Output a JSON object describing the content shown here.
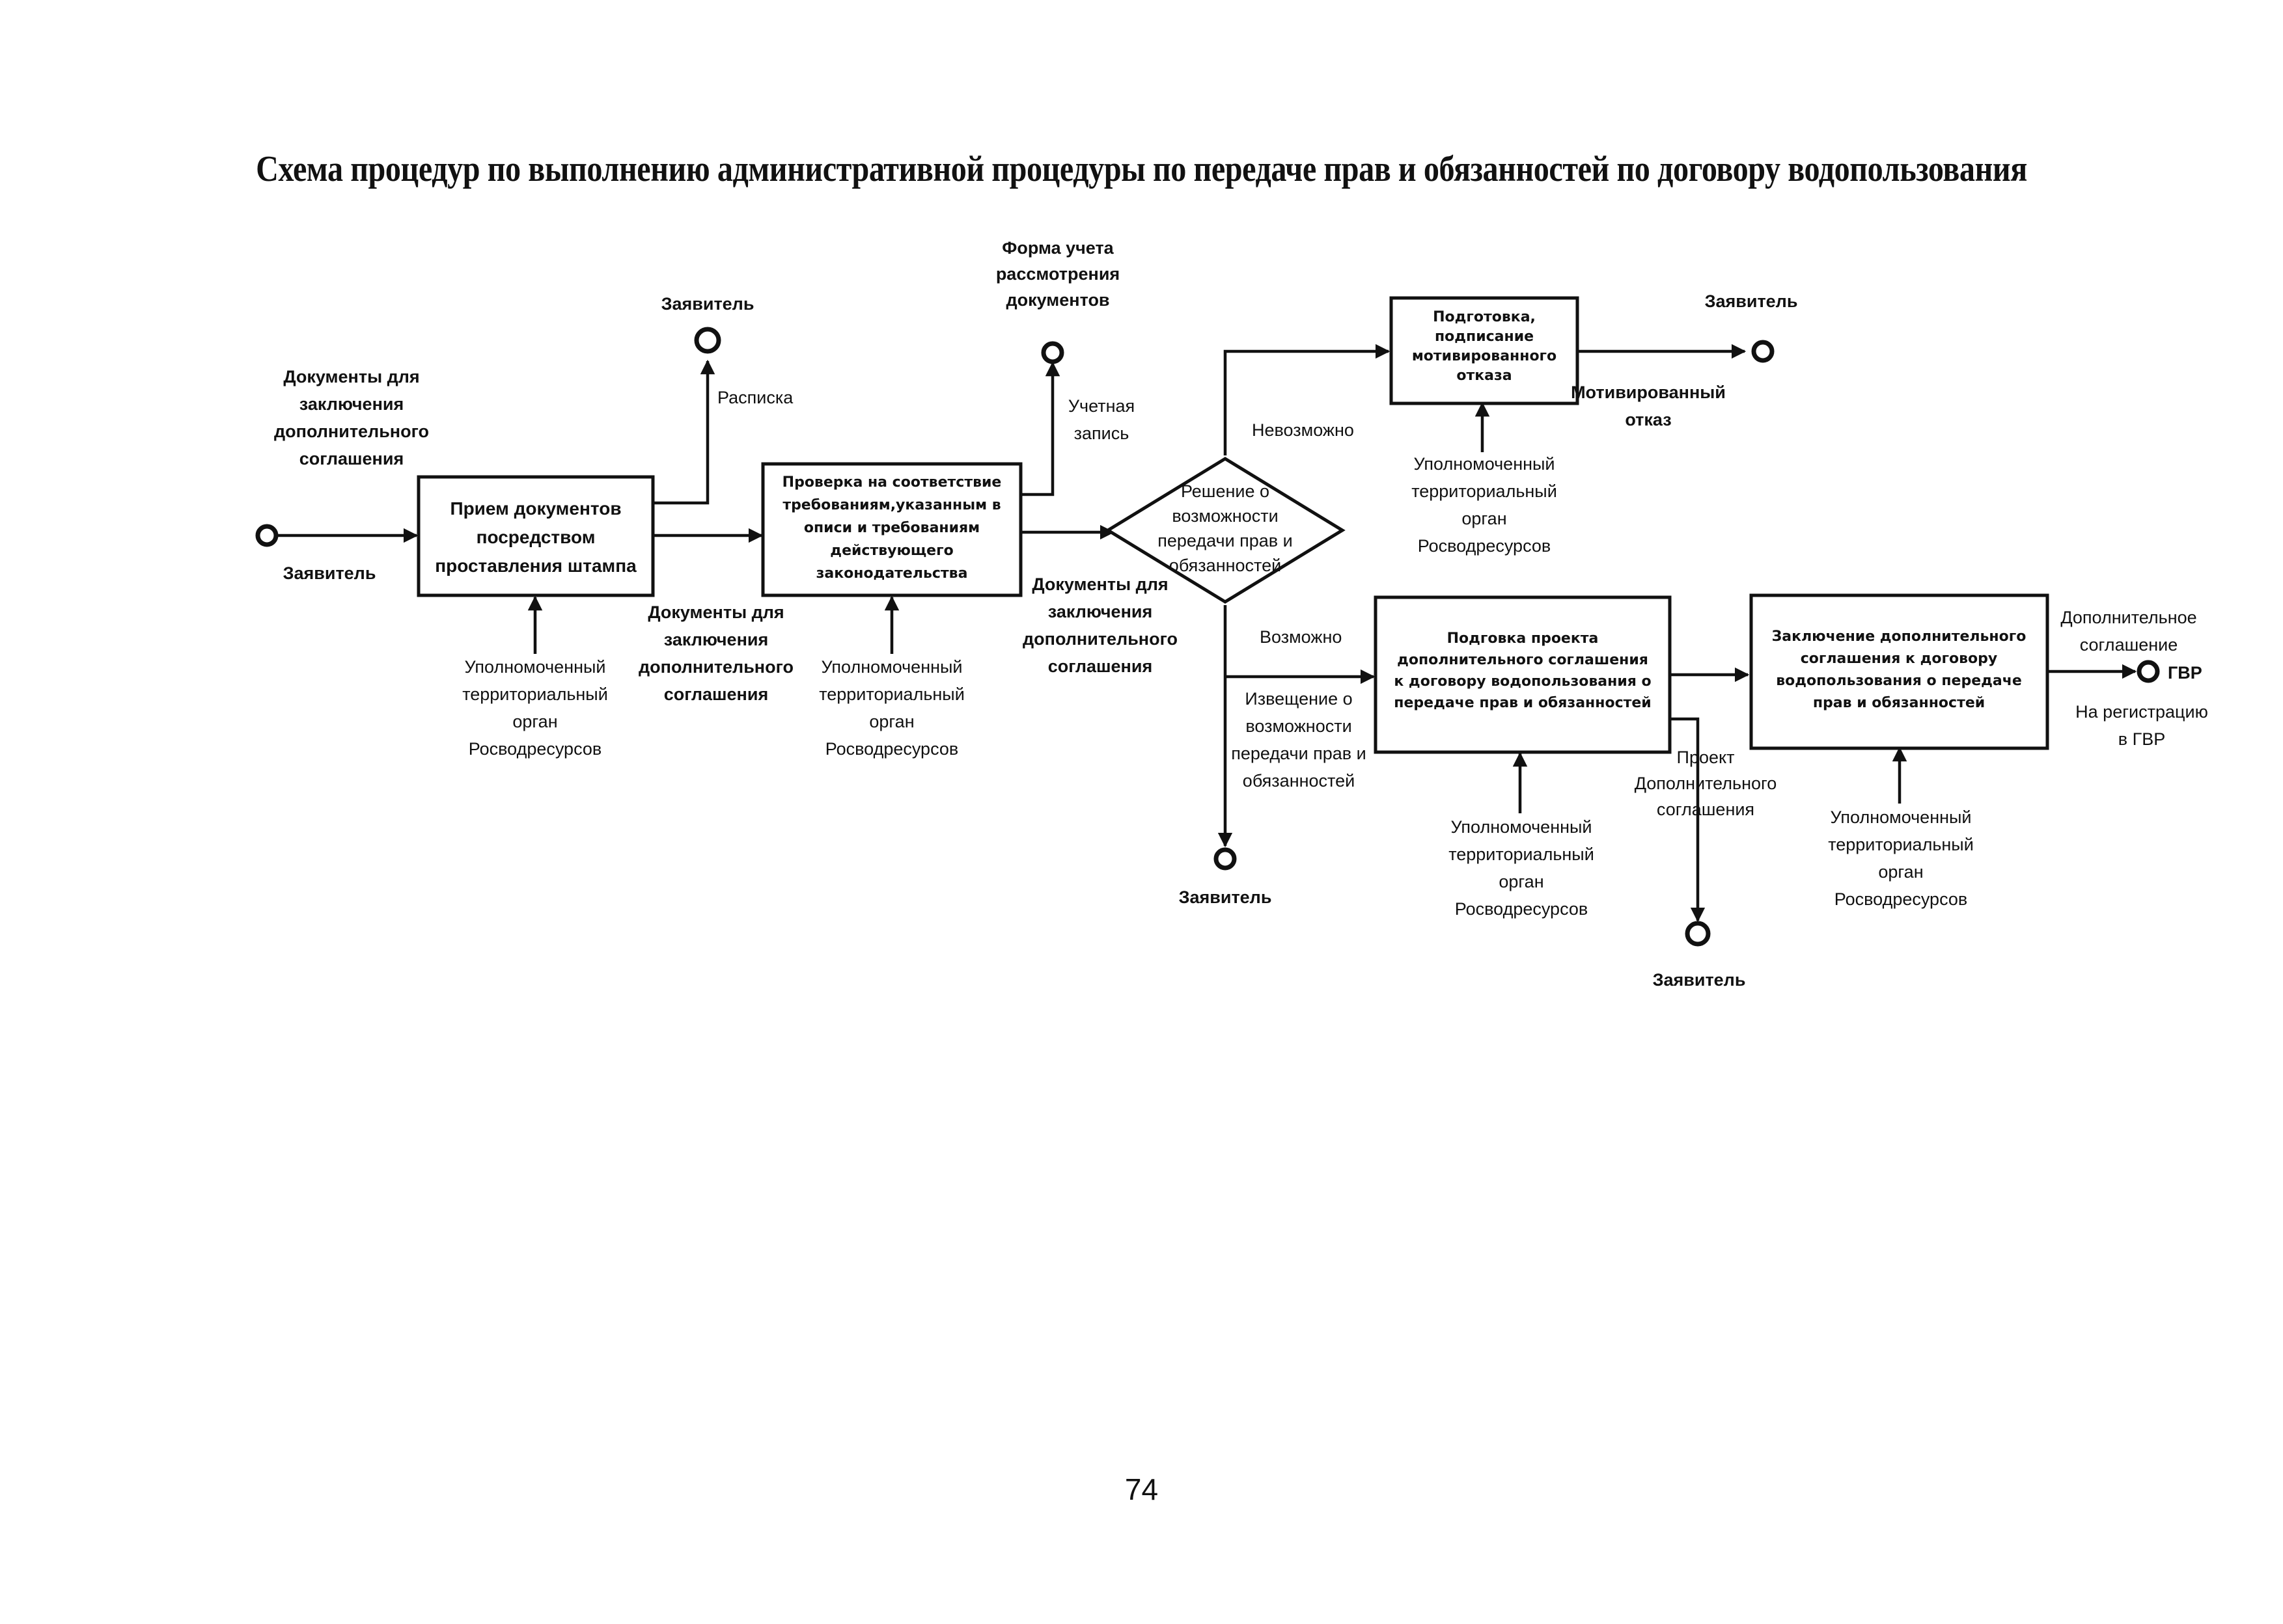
{
  "title": "Схема процедур по выполнению административной процедуры по передаче прав и обязанностей по договору водопользования",
  "page_number": "74",
  "boxes": {
    "reception": [
      "Прием документов",
      "посредством",
      "проставления штампа"
    ],
    "verification": [
      "Проверка на соответствие",
      "требованиям,указанным в",
      "описи и требованиям",
      "действующего",
      "законодательства"
    ],
    "decision": [
      "Решение о",
      "возможности",
      "передачи прав и",
      "обязанностей"
    ],
    "refusal": [
      "Подготовка,",
      "подписание",
      "мотивированного",
      "отказа"
    ],
    "draft": [
      "Подговка проекта",
      "дополнительного соглашения",
      "к договору водопользования о",
      "передаче прав и обязанностей"
    ],
    "conclusion": [
      "Заключение дополнительного",
      "соглашения к договору",
      "водопользования о передаче",
      "прав и обязанностей"
    ]
  },
  "labels": {
    "input_docs": [
      "Документы для",
      "заключения",
      "дополнительного",
      "соглашения"
    ],
    "applicant": "Заявитель",
    "receipt": "Расписка",
    "accounting_form": [
      "Форма учета",
      "рассмотрения",
      "документов"
    ],
    "record": [
      "Учетная",
      "запись"
    ],
    "docs_for_agreement": [
      "Документы для",
      "заключения",
      "дополнительного",
      "соглашения"
    ],
    "authority": [
      "Уполномоченный",
      "территориальный",
      "орган",
      "Росводресурсов"
    ],
    "impossible": "Невозможно",
    "possible": "Возможно",
    "motivated_refusal": [
      "Мотивированный",
      "отказ"
    ],
    "notice": [
      "Извещение о",
      "возможности",
      "передачи прав и",
      "обязанностей"
    ],
    "draft_agreement": [
      "Проект",
      "Дополнительного",
      "соглашения"
    ],
    "additional_agreement": [
      "Дополнительное",
      "соглашение"
    ],
    "for_registration": [
      "На регистрацию",
      "в ГВР"
    ],
    "gvr": "ГВР"
  }
}
